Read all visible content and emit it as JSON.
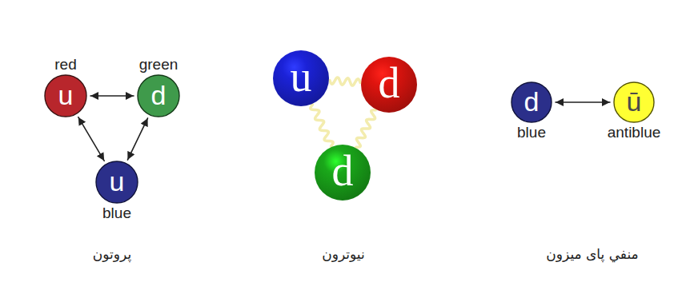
{
  "diagram": {
    "nodes": [
      {
        "text": [
          "پروتون"
        ]
      },
      {
        "text": [
          "red",
          "u"
        ],
        "in": 0
      },
      {
        "text": [
          "green",
          "d"
        ],
        "in": 0
      },
      {
        "text": [
          "u",
          "blue"
        ],
        "in": 0
      },
      {
        "text": [
          "نیوترون"
        ]
      },
      {
        "text": [
          "u"
        ],
        "in": 4
      },
      {
        "text": [
          "d"
        ],
        "in": 4
      },
      {
        "text": [
          "d"
        ],
        "in": 4
      },
      {
        "text": [
          "منفي پای میزون"
        ]
      },
      {
        "text": [
          "d",
          "blue"
        ],
        "in": 8
      },
      {
        "text": [
          "ū",
          "antiblue"
        ],
        "in": 8
      }
    ],
    "edges": [
      {
        "from": 1,
        "to": 2,
        "arrow": "both"
      },
      {
        "from": 1,
        "to": 3,
        "arrow": "both"
      },
      {
        "from": 2,
        "to": 3,
        "arrow": "both"
      },
      {
        "from": 5,
        "to": 6,
        "arrow": "none"
      },
      {
        "from": 5,
        "to": 7,
        "arrow": "none"
      },
      {
        "from": 6,
        "to": 7,
        "arrow": "none"
      },
      {
        "from": 9,
        "to": 10,
        "arrow": "both"
      }
    ]
  }
}
